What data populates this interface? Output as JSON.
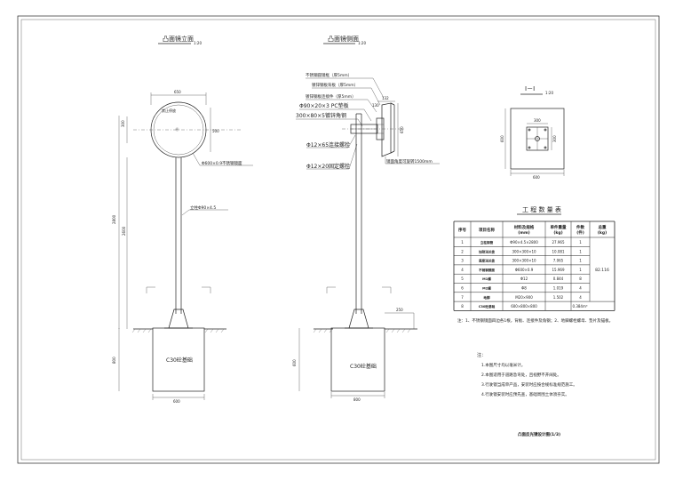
{
  "views": {
    "front_title": "凸面镜立面",
    "front_scale": "1:20",
    "side_title": "凸面镜侧面",
    "side_scale": "1:20",
    "section_title": "Ⅰ－Ⅰ",
    "section_scale": "1:20"
  },
  "front": {
    "dim_top": "650",
    "dim_right_top": "500",
    "dim_left_top": "300",
    "dim_total": "2800",
    "dim_pole": "2600",
    "dim_foundation": "800",
    "dim_base": "600",
    "mirror_label": "Φ600×0.9不锈钢镜面",
    "pole_label": "立柱Φ90×4.5",
    "foundation_label": "C30砼基础"
  },
  "side": {
    "labels": [
      "不锈钢圆镜框（厚5mm）",
      "镀锌钢板背板（厚5mm）",
      "镀锌钢板连接件（厚5mm）",
      "Φ90×20×3 PC垫板",
      "300×80×5镀锌角钢",
      "Φ12×65连接螺栓",
      "Φ12×20固定螺栓"
    ],
    "rotation_label": "镜面角度可旋转1500mm",
    "dim_132": "132",
    "dim_130": "130",
    "dim_650": "650",
    "dim_250": "250",
    "dim_base": "800",
    "foundation_label": "C30砼基础"
  },
  "section": {
    "dim_top": "300",
    "dim_right": "300",
    "dim_left": "600",
    "dim_bottom": "600"
  },
  "table": {
    "title": "工 程 数 量 表",
    "headers": [
      "序号",
      "项目名称",
      "材料及规格\n(mm)",
      "单件重量\n(kg)",
      "件数\n(件)",
      "总重\n(kg)"
    ],
    "rows": [
      [
        "1",
        "立柱钢管",
        "Φ90×4.5×2800",
        "27.965",
        "1"
      ],
      [
        "2",
        "加劲法兰盘",
        "300×300×10",
        "10.081",
        "1"
      ],
      [
        "3",
        "底座法兰盘",
        "300×300×10",
        "7.065",
        "1"
      ],
      [
        "4",
        "不锈钢镜面",
        "Φ600×0.9",
        "15.969",
        "1"
      ],
      [
        "5",
        "M1螺",
        "Φ12",
        "0.844",
        "8"
      ],
      [
        "6",
        "M2螺",
        "Φ8",
        "1.019",
        "4"
      ],
      [
        "7",
        "地脚",
        "M20×900",
        "1.502",
        "4"
      ],
      [
        "8",
        "C30砼基础",
        "600×800×800",
        "0.384m³",
        ""
      ]
    ],
    "total": "82.116",
    "note": "注：1、不锈钢镜面四边各1根，背板、连接件及角钢；2、地脚螺栓螺母、垫片及锚板。"
  },
  "notes": {
    "heading": "注：",
    "items": [
      "1.本图尺寸均以毫米计。",
      "2.本图适用于道路急弯处，且视野不开阔处。",
      "3.行驶镜当成单产品，安装时应按合规标准规范施工。",
      "4.行驶镜安装时应预先查，基础周围土体须夯实。"
    ]
  },
  "drawing_title": "凸面反光镜设计图(1/3)"
}
